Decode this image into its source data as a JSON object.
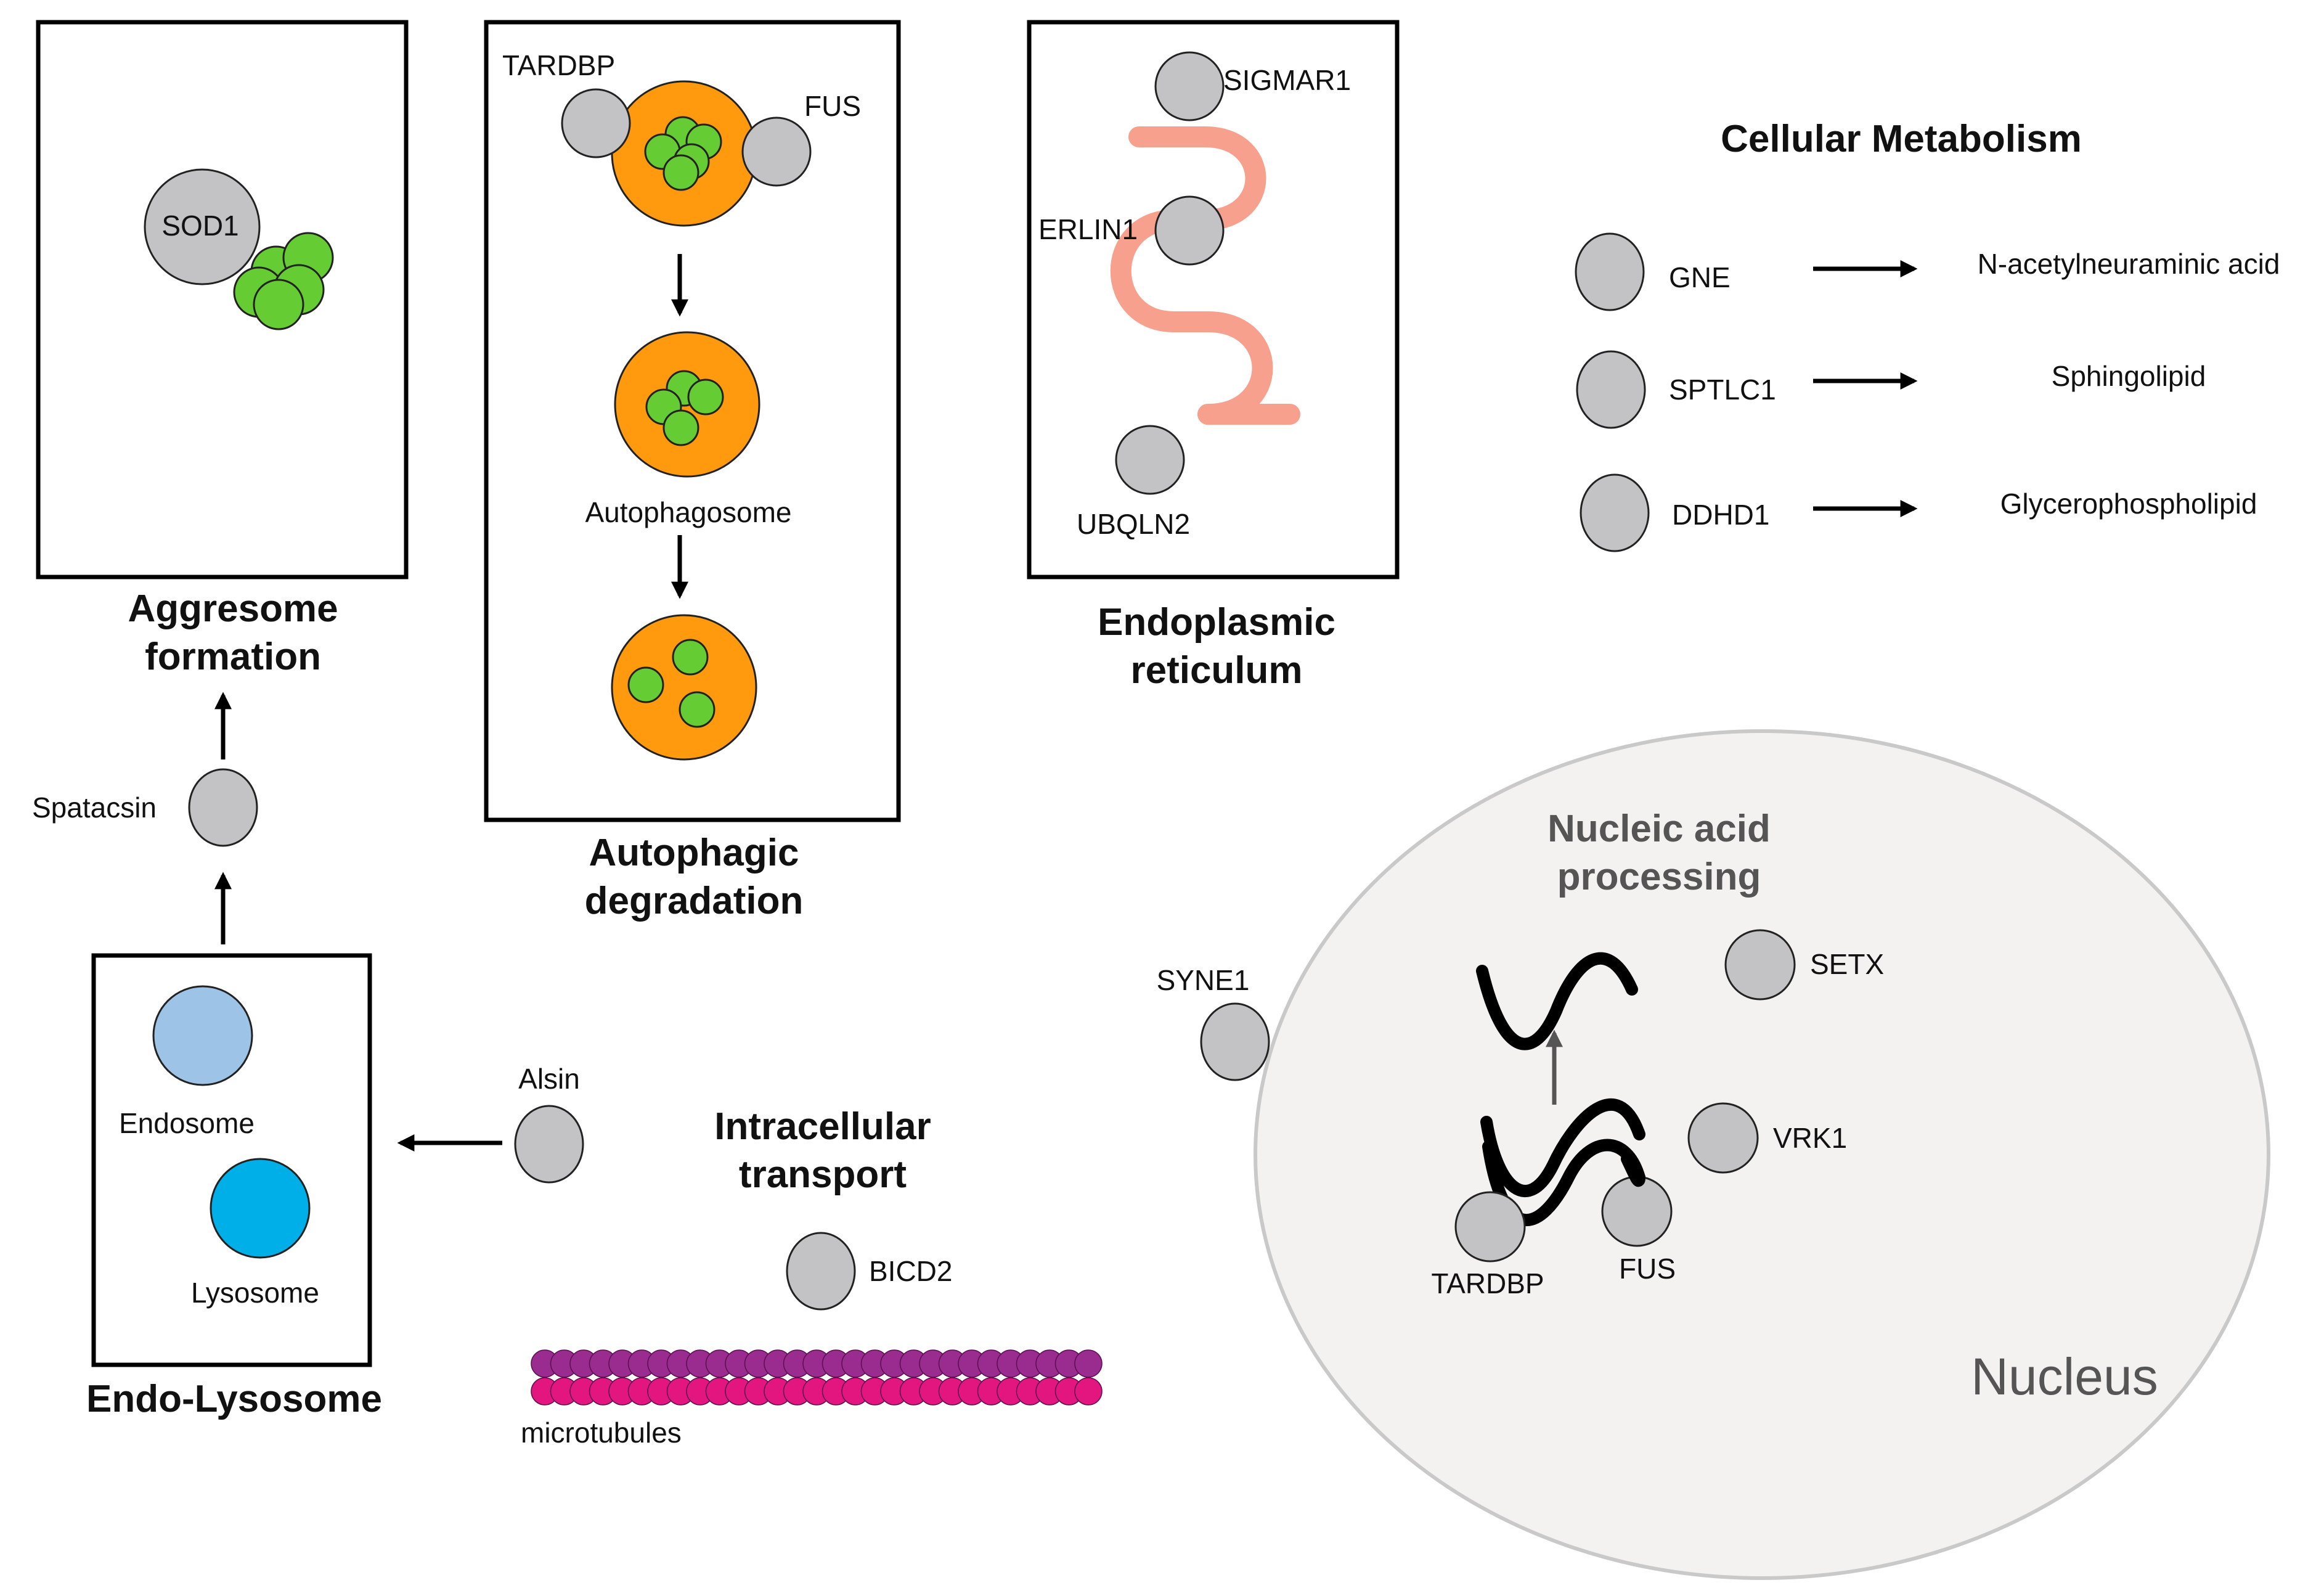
{
  "colors": {
    "protein": "#c3c3c5",
    "aggregate": "#66cc33",
    "autophagosome": "#ff9a0f",
    "endosome": "#9dc3e6",
    "lysosome": "#00aee8",
    "er_membrane": "#f8a08e",
    "nucleus": "#f3f2f0",
    "microtubule_top": "#9b2c8f",
    "microtubule_bottom": "#e3167f"
  },
  "aggresome": {
    "title_line1": "Aggresome",
    "title_line2": "formation",
    "protein": "SOD1"
  },
  "autophagy": {
    "title_line1": "Autophagic",
    "title_line2": "degradation",
    "protein_left": "TARDBP",
    "protein_right": "FUS",
    "autophagosome_label": "Autophagosome"
  },
  "er": {
    "title_line1": "Endoplasmic",
    "title_line2": "reticulum",
    "proteins": [
      "SIGMAR1",
      "ERLIN1",
      "UBQLN2"
    ]
  },
  "metabolism": {
    "title": "Cellular Metabolism",
    "rows": [
      {
        "enzyme": "GNE",
        "product": "N-acetylneuraminic acid"
      },
      {
        "enzyme": "SPTLC1",
        "product": "Sphingolipid"
      },
      {
        "enzyme": "DDHD1",
        "product": "Glycerophospholipid"
      }
    ]
  },
  "spatacsin": "Spatacsin",
  "endolysosome": {
    "title": "Endo-Lysosome",
    "endosome_label": "Endosome",
    "lysosome_label": "Lysosome"
  },
  "alsin": "Alsin",
  "transport": {
    "title_line1": "Intracellular",
    "title_line2": "transport",
    "protein": "BICD2",
    "microtubules_label": "microtubules"
  },
  "syne1": "SYNE1",
  "nucleus": {
    "label": "Nucleus",
    "title_line1": "Nucleic acid",
    "title_line2": "processing",
    "proteins": {
      "setx": "SETX",
      "vrk1": "VRK1",
      "tardbp": "TARDBP",
      "fus": "FUS"
    }
  }
}
